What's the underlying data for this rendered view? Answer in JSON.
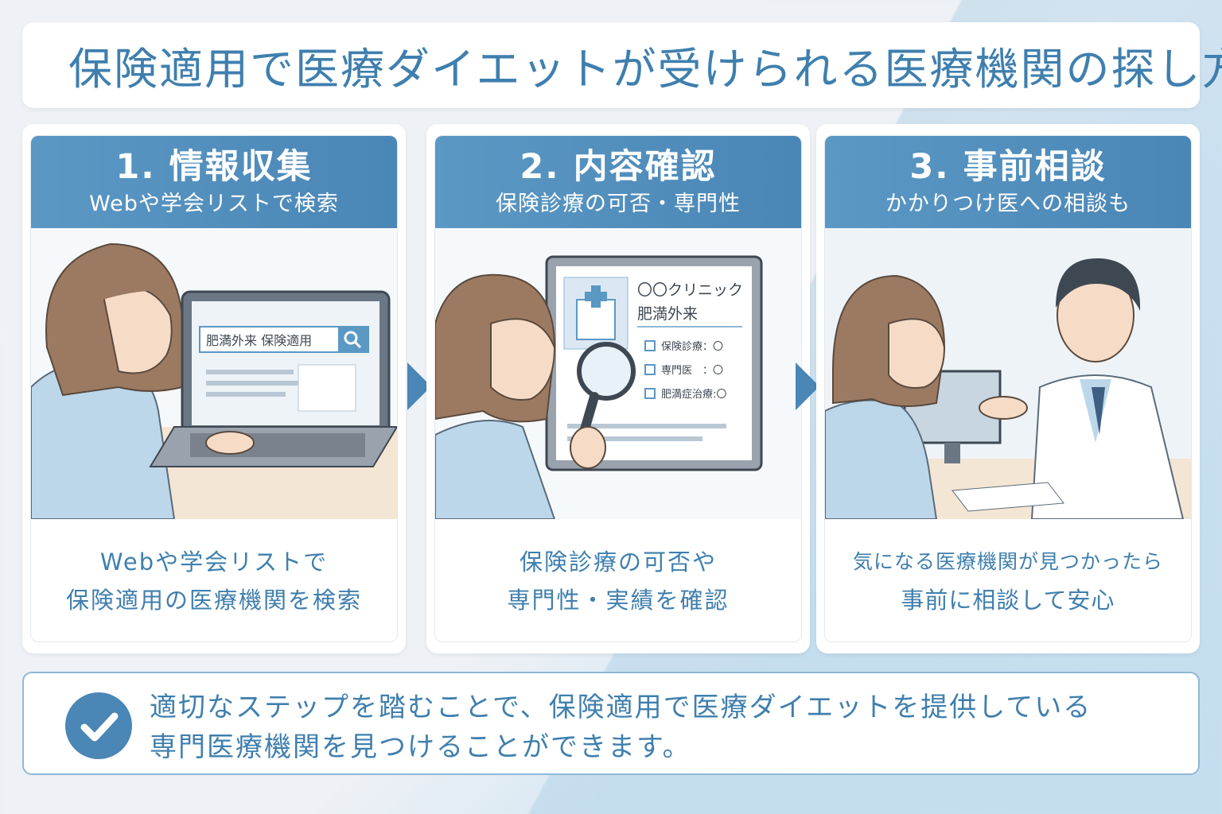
{
  "title": "保険適用で医療ダイエットが受けられる医療機関の探し方",
  "steps": [
    {
      "heading": "1. 情報収集",
      "subheading": "Webや学会リストで検索",
      "search_text": "肥満外来 保険適用",
      "desc_line1": "Webや学会リストで",
      "desc_line2": "保険適用の医療機関を検索"
    },
    {
      "heading": "2. 内容確認",
      "subheading": "保険診療の可否・専門性",
      "doc_title1": "〇〇クリニック",
      "doc_title2": "肥満外来",
      "check_items": [
        "保険診療：〇",
        "専門医　：〇",
        "肥満症治療:〇"
      ],
      "desc_line1": "保険診療の可否や",
      "desc_line2": "専門性・実績を確認"
    },
    {
      "heading": "3. 事前相談",
      "subheading": "かかりつけ医への相談も",
      "desc_line1": "気になる医療機関が見つかったら",
      "desc_line2": "事前に相談して安心"
    }
  ],
  "summary": {
    "line1": "適切なステップを踏むことで、保険適用で医療ダイエットを提供している",
    "line2": "専門医療機関を見つけることができます。"
  },
  "colors": {
    "accent": "#4a86b6",
    "text": "#3f7fae",
    "hair": "#9c7a62",
    "shirt": "#bcd7ea"
  }
}
